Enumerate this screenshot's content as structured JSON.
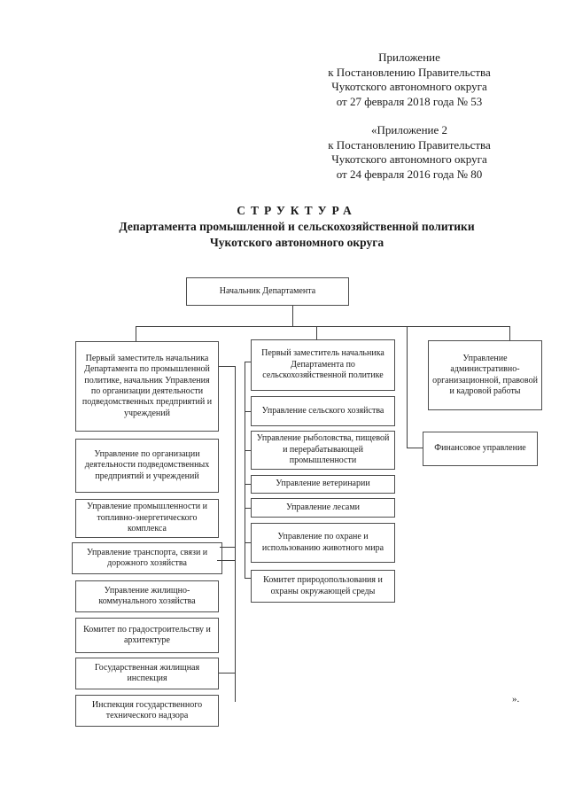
{
  "page": {
    "header_block1": [
      "Приложение",
      "к Постановлению Правительства",
      "Чукотского автономного округа",
      "от 27 февраля 2018 года № 53"
    ],
    "header_block2": [
      "«Приложение 2",
      "к Постановлению Правительства",
      "Чукотского автономного округа",
      "от 24 февраля 2016 года № 80"
    ],
    "closing_mark": "»."
  },
  "title": {
    "line1": "СТРУКТУРА",
    "line2": "Департамента промышленной и сельскохозяйственной политики",
    "line3": "Чукотского автономного округа"
  },
  "org_chart": {
    "root": "Начальник Департамента",
    "industrial_branch": {
      "head": "Первый заместитель начальника Департамента по промышленной политике, начальник Управления по организации деятельности подведомственных предприятий и учреждений",
      "units": [
        "Управление по организации деятельности подведомственных предприятий и учреждений",
        "Управление промышленности и топливно-энергетического комплекса",
        "Управление транспорта, связи и дорожного хозяйства",
        "Управление жилищно-коммунального хозяйства",
        "Комитет по градостроительству и архитектуре",
        "Государственная жилищная инспекция",
        "Инспекция государственного технического надзора"
      ]
    },
    "agricultural_branch": {
      "head": "Первый заместитель начальника Департамента по сельскохозяйственной политике",
      "units": [
        "Управление сельского хозяйства",
        "Управление рыболовства, пищевой и перерабатывающей промышленности",
        "Управление ветеринарии",
        "Управление лесами",
        "Управление по охране и использованию животного мира",
        "Комитет природопользования и охраны окружающей среды"
      ]
    },
    "administrative_branch": {
      "units": [
        "Управление административно-организационной, правовой и кадровой работы",
        "Финансовое управление"
      ]
    },
    "colors": {
      "page_background": "#ffffff",
      "box_border": "#4d4d4d",
      "connector_line": "#3d3d3d",
      "text": "#1a1a1a"
    }
  }
}
